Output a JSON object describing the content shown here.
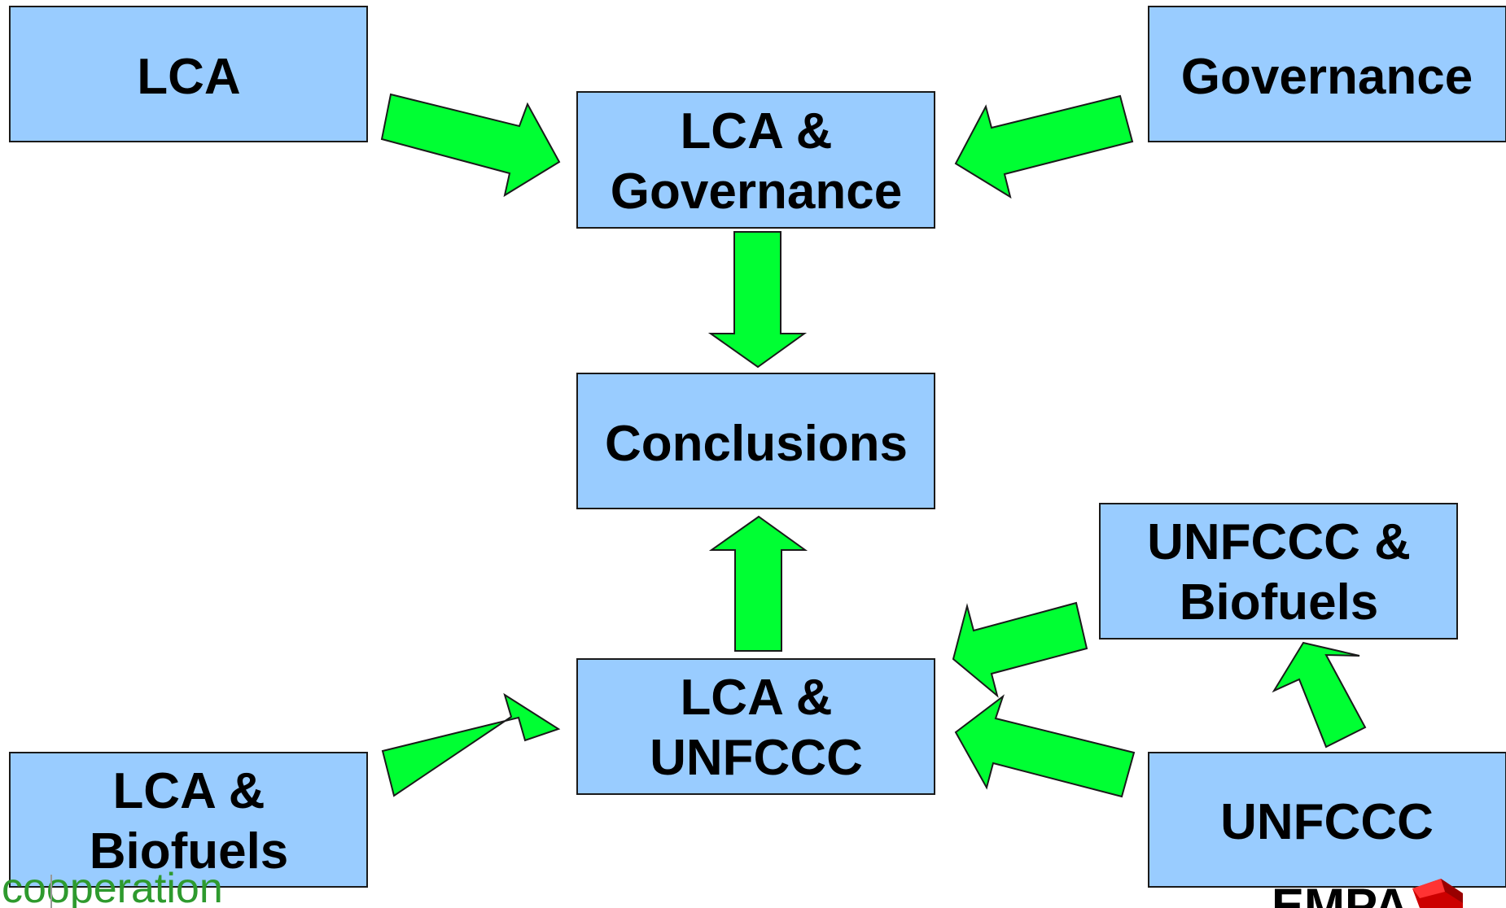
{
  "nodes": {
    "lca": {
      "lines": [
        "LCA"
      ]
    },
    "governance": {
      "lines": [
        "Governance"
      ]
    },
    "lca_governance": {
      "lines": [
        "LCA &",
        "Governance"
      ]
    },
    "conclusions": {
      "lines": [
        "Conclusions"
      ]
    },
    "unfccc_biofuels": {
      "lines": [
        "UNFCCC &",
        "Biofuels"
      ]
    },
    "lca_unfccc": {
      "lines": [
        "LCA &",
        "UNFCCC"
      ]
    },
    "lca_biofuels": {
      "lines": [
        "LCA &",
        "Biofuels"
      ]
    },
    "unfccc": {
      "lines": [
        "UNFCCC"
      ]
    }
  },
  "edges": [
    {
      "from": "lca",
      "to": "lca_governance"
    },
    {
      "from": "governance",
      "to": "lca_governance"
    },
    {
      "from": "lca_governance",
      "to": "conclusions"
    },
    {
      "from": "lca_unfccc",
      "to": "conclusions"
    },
    {
      "from": "unfccc_biofuels",
      "to": "lca_unfccc"
    },
    {
      "from": "unfccc",
      "to": "unfccc_biofuels"
    },
    {
      "from": "unfccc",
      "to": "lca_unfccc"
    },
    {
      "from": "lca_biofuels",
      "to": "lca_unfccc"
    }
  ],
  "footer": {
    "left_text": "cooperation",
    "right_logo_text": "EMPA"
  },
  "colors": {
    "box_fill": "#99ccff",
    "arrow_fill": "#00ff33",
    "footer_green": "#2e9a2e",
    "logo_red": "#cc0000"
  }
}
